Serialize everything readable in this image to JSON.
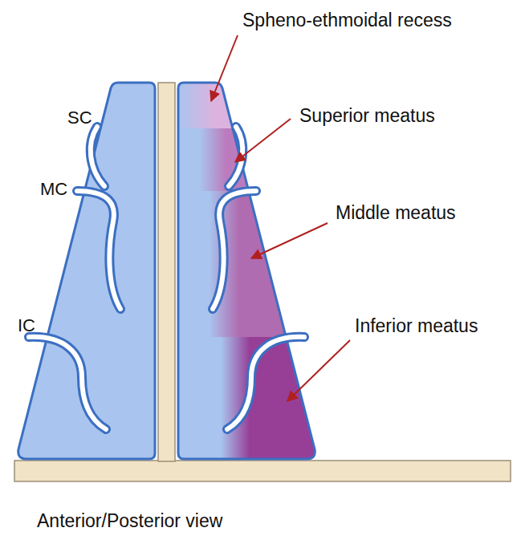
{
  "diagram": {
    "caption": "Anterior/Posterior view",
    "labels": [
      "Spheno-ethmoidal recess",
      "SC",
      "Superior meatus",
      "MC",
      "Middle meatus",
      "IC",
      "Inferior meatus"
    ]
  }
}
